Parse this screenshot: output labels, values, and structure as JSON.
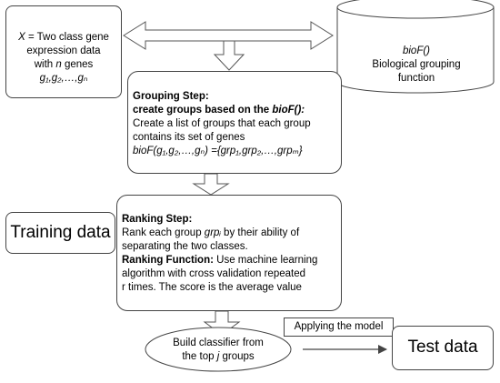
{
  "input_box": {
    "line1_var": "X",
    "line1_rest": " = Two class gene",
    "line2": "expression data",
    "line3_pre": "with ",
    "line3_var": "n",
    "line3_post": " genes",
    "line4": "g₁,g₂,…,gₙ"
  },
  "db": {
    "title": "bioF()",
    "line1": "Biological grouping",
    "line2": "function"
  },
  "grouping": {
    "heading": "Grouping Step:",
    "subheading_pre": "create groups based on the ",
    "subheading_fn": "bioF():",
    "line1": "Create a list of groups that each group",
    "line2": "contains its set of genes",
    "formula": "bioF(g₁,g₂,…,gₙ) ={grp₁,grp₂,…,grpₘ}"
  },
  "training": {
    "label": "Training data"
  },
  "ranking": {
    "heading": "Ranking Step:",
    "line1_pre": "Rank each group ",
    "line1_var": "grpᵢ",
    "line1_post": " by their ability of",
    "line2": "separating the two classes.",
    "fn_heading": "Ranking Function:",
    "fn_line1": " Use machine learning",
    "fn_line2": "algorithm with cross validation  repeated",
    "fn_line3": "r times. The score is the average value"
  },
  "classifier": {
    "line1": "Build classifier from",
    "line2_pre": "the top ",
    "line2_var": "j",
    "line2_post": " groups"
  },
  "apply": {
    "label": "Applying the model"
  },
  "test": {
    "label": "Test data"
  }
}
